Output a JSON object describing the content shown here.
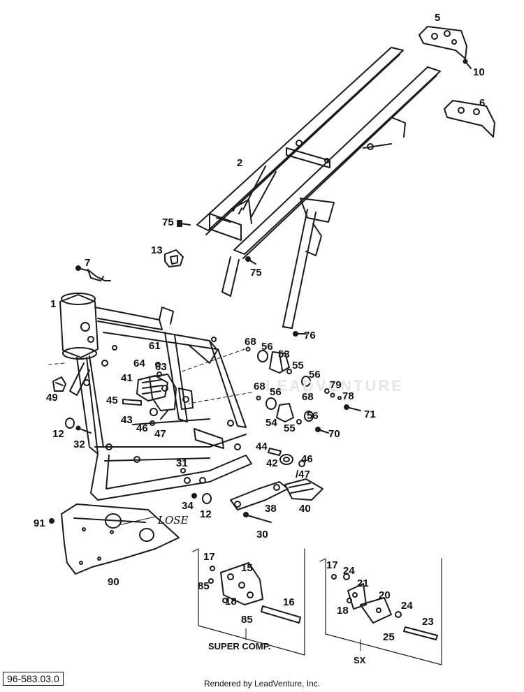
{
  "callouts": [
    "5",
    "10",
    "6",
    "2",
    "75",
    "75",
    "13",
    "7",
    "1",
    "76",
    "68",
    "56",
    "53",
    "61",
    "64",
    "63",
    "55",
    "56",
    "41",
    "68",
    "56",
    "79",
    "78",
    "68",
    "71",
    "49",
    "45",
    "43",
    "46",
    "47",
    "54",
    "55",
    "56",
    "70",
    "12",
    "32",
    "44",
    "42",
    "46",
    "/47",
    "31",
    "38",
    "40",
    "34",
    "12",
    "91",
    "30",
    "90",
    "17",
    "15",
    "85",
    "18",
    "16",
    "85",
    "17",
    "24",
    "21",
    "20",
    "18",
    "24",
    "23",
    "25"
  ],
  "handwritten_note": "LOSE",
  "groups": {
    "super_comp": "SUPER COMP.",
    "sx": "SX"
  },
  "footer": {
    "diagram_number": "96-583.03.0",
    "rendered_by": "Rendered by LeadVenture, Inc."
  },
  "watermark": "LEADVENTURE"
}
